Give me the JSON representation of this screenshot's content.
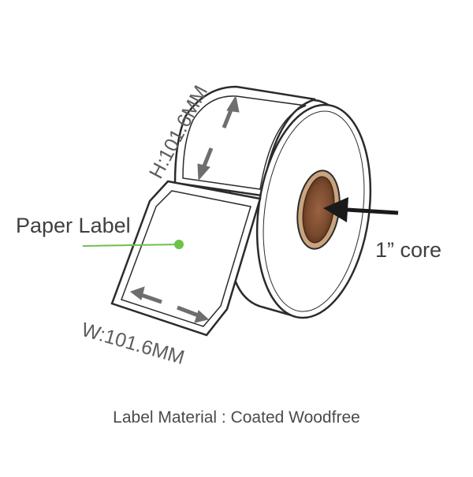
{
  "labels": {
    "paper_label": "Paper Label",
    "core": "1” core",
    "height": "H:101.6MM",
    "width": "W:101.6MM",
    "material": "Label Material : Coated Woodfree"
  },
  "colors": {
    "outline": "#2b2b2b",
    "arrow_gray": "#6e6e6e",
    "pointer_green": "#6cc24a",
    "core_brown": "#7a4a2e",
    "core_rim": "#c9a47e",
    "core_arrow": "#1a1a1a"
  },
  "icons": {
    "dimension_arrows": "double-arrow-icon",
    "core_pointer": "arrow-left-icon"
  }
}
